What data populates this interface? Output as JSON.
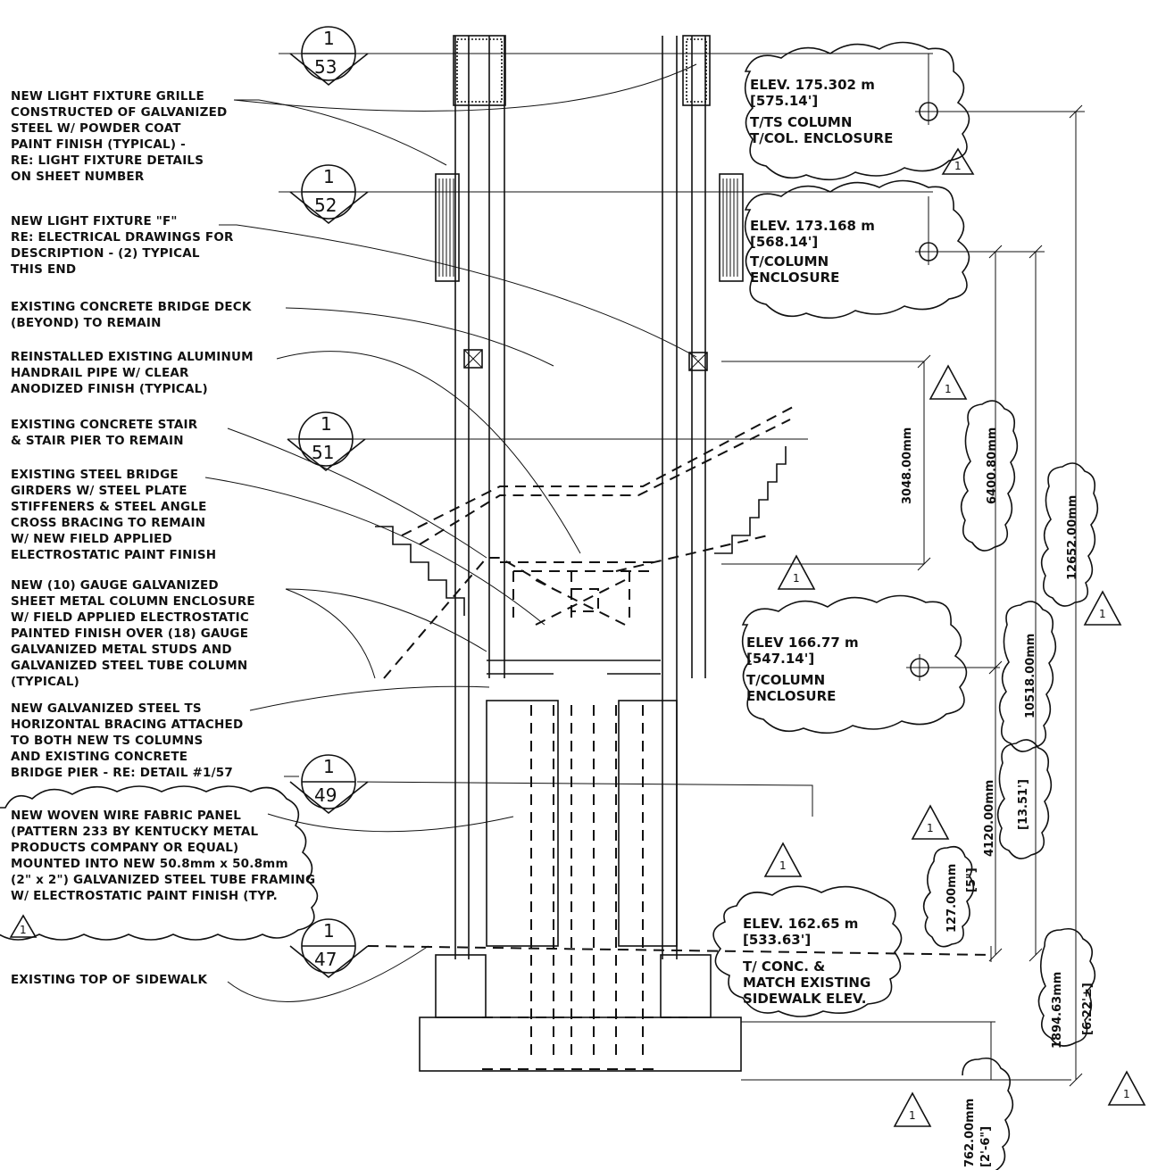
{
  "notes": [
    {
      "id": "light-grille",
      "lines": [
        "NEW LIGHT FIXTURE GRILLE",
        "CONSTRUCTED OF GALVANIZED",
        "STEEL W/ POWDER COAT",
        "PAINT FINISH (TYPICAL) -",
        "RE: LIGHT FIXTURE DETAILS",
        "ON SHEET NUMBER"
      ]
    },
    {
      "id": "light-f",
      "lines": [
        "NEW LIGHT FIXTURE \"F\"",
        "RE: ELECTRICAL DRAWINGS FOR",
        "DESCRIPTION - (2) TYPICAL",
        "THIS END"
      ]
    },
    {
      "id": "bridge-deck",
      "lines": [
        "EXISTING CONCRETE BRIDGE DECK",
        "(BEYOND) TO REMAIN"
      ]
    },
    {
      "id": "handrail",
      "lines": [
        "REINSTALLED EXISTING ALUMINUM",
        "HANDRAIL PIPE W/ CLEAR",
        "ANODIZED FINISH (TYPICAL)"
      ]
    },
    {
      "id": "stair",
      "lines": [
        "EXISTING CONCRETE STAIR",
        "& STAIR PIER TO REMAIN"
      ]
    },
    {
      "id": "girders",
      "lines": [
        "EXISTING STEEL BRIDGE",
        "GIRDERS W/ STEEL PLATE",
        "STIFFENERS & STEEL ANGLE",
        "CROSS BRACING TO REMAIN",
        "W/ NEW FIELD APPLIED",
        "ELECTROSTATIC PAINT FINISH"
      ]
    },
    {
      "id": "enclosure",
      "lines": [
        "NEW (10) GAUGE GALVANIZED",
        "SHEET METAL COLUMN ENCLOSURE",
        "W/ FIELD APPLIED ELECTROSTATIC",
        "PAINTED FINISH OVER (18) GAUGE",
        "GALVANIZED METAL STUDS AND",
        "GALVANIZED STEEL TUBE COLUMN",
        "(TYPICAL)"
      ]
    },
    {
      "id": "bracing",
      "lines": [
        "NEW GALVANIZED STEEL TS",
        "HORIZONTAL BRACING ATTACHED",
        "TO BOTH NEW TS COLUMNS",
        "AND EXISTING CONCRETE",
        "BRIDGE PIER - RE: DETAIL #1/57"
      ]
    },
    {
      "id": "fabric",
      "lines": [
        "NEW WOVEN WIRE FABRIC PANEL",
        "(PATTERN 233 BY KENTUCKY METAL",
        "PRODUCTS COMPANY OR EQUAL)",
        "MOUNTED INTO NEW 50.8mm x 50.8mm",
        "(2\" x 2\") GALVANIZED STEEL TUBE FRAMING",
        "W/ ELECTROSTATIC PAINT FINISH (TYP."
      ]
    },
    {
      "id": "sidewalk",
      "lines": [
        "EXISTING TOP OF SIDEWALK"
      ]
    }
  ],
  "section_tags": [
    {
      "top": "1",
      "bottom": "53"
    },
    {
      "top": "1",
      "bottom": "52"
    },
    {
      "top": "1",
      "bottom": "51"
    },
    {
      "top": "1",
      "bottom": "49"
    },
    {
      "top": "1",
      "bottom": "47"
    }
  ],
  "elevations": [
    {
      "lines": [
        "ELEV. 175.302 m",
        "[575.14']",
        "T/TS COLUMN",
        "T/COL. ENCLOSURE"
      ]
    },
    {
      "lines": [
        "ELEV. 173.168 m",
        "[568.14']",
        "T/COLUMN",
        "ENCLOSURE"
      ]
    },
    {
      "lines": [
        "ELEV 166.77 m",
        "[547.14']",
        "T/COLUMN",
        "ENCLOSURE"
      ]
    },
    {
      "lines": [
        "ELEV. 162.65 m",
        "[533.63']",
        "T/ CONC. &",
        "MATCH EXISTING",
        "SIDEWALK ELEV."
      ]
    }
  ],
  "dimensions": {
    "d3048": "3048.00mm",
    "d6400": "6400.80mm",
    "d12652": "12652.00mm",
    "d10518": "10518.00mm",
    "d4120": "4120.00mm",
    "d4120_imp": "[13.51']",
    "d127": "127.00mm",
    "d127_imp": "[5\"]",
    "d1894": "1894.63mm",
    "d1894_imp": "[6.22'±]",
    "d762": "762.00mm",
    "d762_imp": "[2'-6\"]"
  },
  "revision_mark": "1"
}
